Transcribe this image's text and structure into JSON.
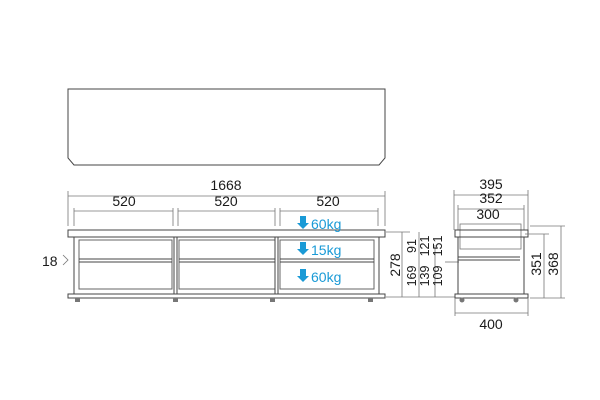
{
  "front": {
    "width_total": "1668",
    "bay_widths": [
      "520",
      "520",
      "520"
    ],
    "side_thickness": "18",
    "height_total": "278",
    "shelf_heights_left": [
      "169",
      "139",
      "109"
    ],
    "shelf_heights_right": [
      "91",
      "121",
      "151"
    ]
  },
  "loads": [
    "60kg",
    "15kg",
    "60kg"
  ],
  "side": {
    "top_depth": "395",
    "inner_depth": "352",
    "shelf_depth": "300",
    "bottom_depth": "400",
    "inner_height": "351",
    "outer_height": "368"
  },
  "colors": {
    "load_arrow": "#1a9ad6",
    "line": "#444444"
  },
  "icons": {
    "load_arrow": "arrow-down-icon"
  }
}
